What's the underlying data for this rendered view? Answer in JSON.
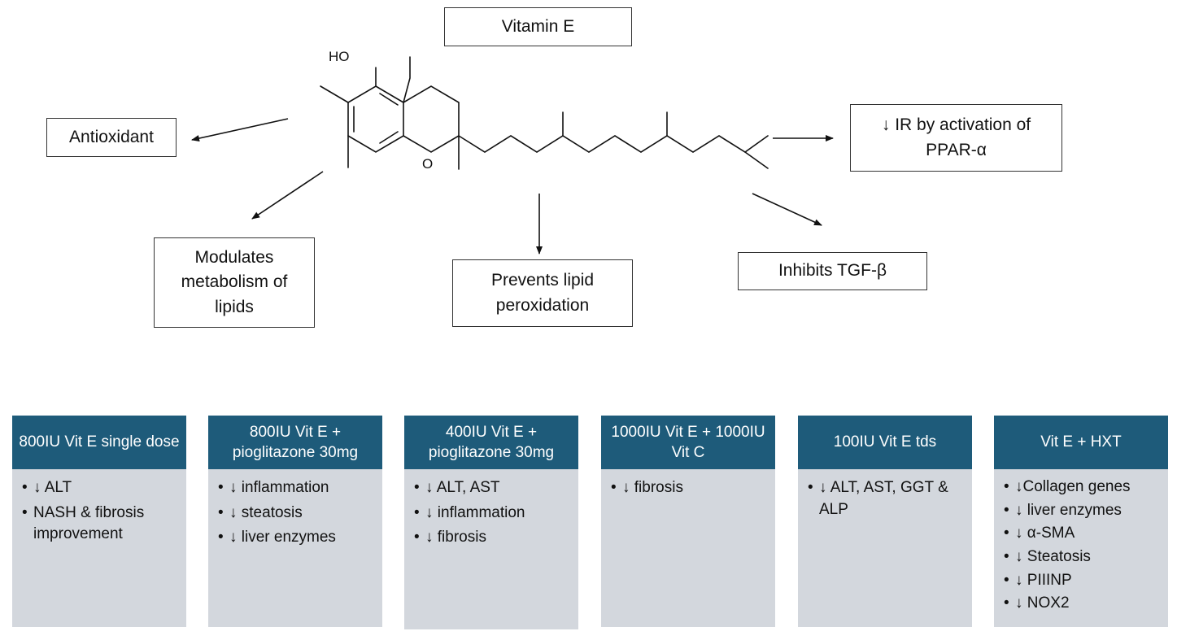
{
  "title": "Vitamin E",
  "molecule": {
    "oh_label": "HO",
    "o_label": "O"
  },
  "effects": {
    "antioxidant": "Antioxidant",
    "lipids": "Modulates metabolism of lipids",
    "peroxidation": "Prevents lipid peroxidation",
    "tgf": "Inhibits TGF-β",
    "ppar": "↓ IR by activation of PPAR-α"
  },
  "colors": {
    "header": "#1e5b7a",
    "body": "#d3d7dd"
  },
  "studies": [
    {
      "header": "800IU Vit E single dose",
      "items": [
        "↓ ALT",
        "NASH & fibrosis improvement"
      ]
    },
    {
      "header": "800IU Vit E + pioglitazone 30mg",
      "items": [
        "↓ inflammation",
        "↓ steatosis",
        "↓ liver enzymes"
      ]
    },
    {
      "header": "400IU Vit E + pioglitazone 30mg",
      "items": [
        "↓ ALT, AST",
        "↓ inflammation",
        "↓ fibrosis"
      ]
    },
    {
      "header": "1000IU Vit E + 1000IU Vit C",
      "items": [
        "↓ fibrosis"
      ]
    },
    {
      "header": "100IU Vit E tds",
      "items": [
        "↓ ALT, AST, GGT & ALP"
      ]
    },
    {
      "header": "Vit E + HXT",
      "items": [
        "↓Collagen genes",
        "↓ liver enzymes",
        "↓ α-SMA",
        "↓ Steatosis",
        "↓ PIIINP",
        "↓ NOX2"
      ]
    }
  ]
}
